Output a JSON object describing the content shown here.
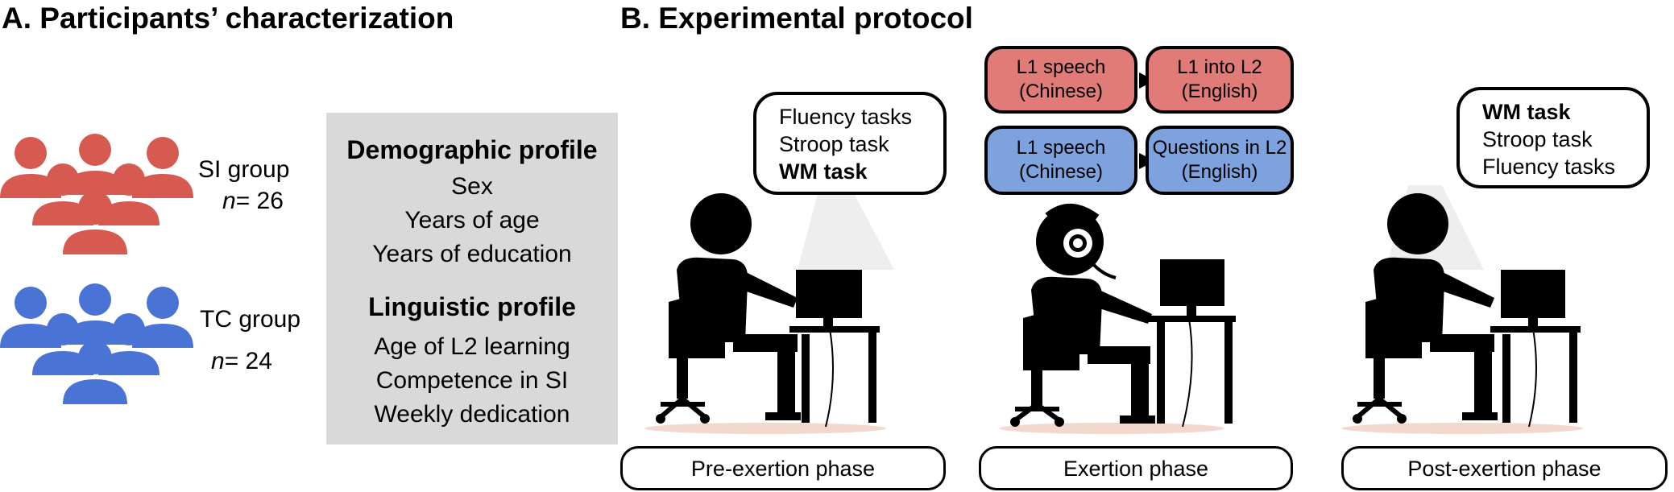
{
  "panel_a": {
    "heading": "A. Participants’ characterization",
    "groups": [
      {
        "label": "SI group",
        "n_prefix": "n",
        "n_value": "= 26",
        "color": "#d65a4f"
      },
      {
        "label": "TC group",
        "n_prefix": "n",
        "n_value": "= 24",
        "color": "#4a73d6"
      }
    ],
    "demographic": {
      "title": "Demographic profile",
      "items": [
        "Sex",
        "Years of age",
        "Years of education"
      ]
    },
    "linguistic": {
      "title": "Linguistic profile",
      "items": [
        "Age of L2 learning",
        "Competence in SI",
        "Weekly dedication"
      ]
    }
  },
  "panel_b": {
    "heading": "B. Experimental protocol",
    "pre": {
      "tasks": [
        "Fluency tasks",
        "Stroop task",
        "WM task"
      ],
      "bold_index": 2,
      "label": "Pre-exertion phase"
    },
    "exertion": {
      "red_left": [
        "L1 speech",
        "(Chinese)"
      ],
      "red_right": [
        "L1 into L2",
        "(English)"
      ],
      "blue_left": [
        "L1 speech",
        "(Chinese)"
      ],
      "blue_right": [
        "Questions in L2",
        "(English)"
      ],
      "label": "Exertion phase"
    },
    "post": {
      "tasks": [
        "WM task",
        "Stroop task",
        "Fluency tasks"
      ],
      "bold_index": 0,
      "label": "Post-exertion phase"
    }
  },
  "colors": {
    "red_box": "#e07b78",
    "blue_box": "#7da2dd",
    "grey_panel": "#d9d9d9"
  }
}
